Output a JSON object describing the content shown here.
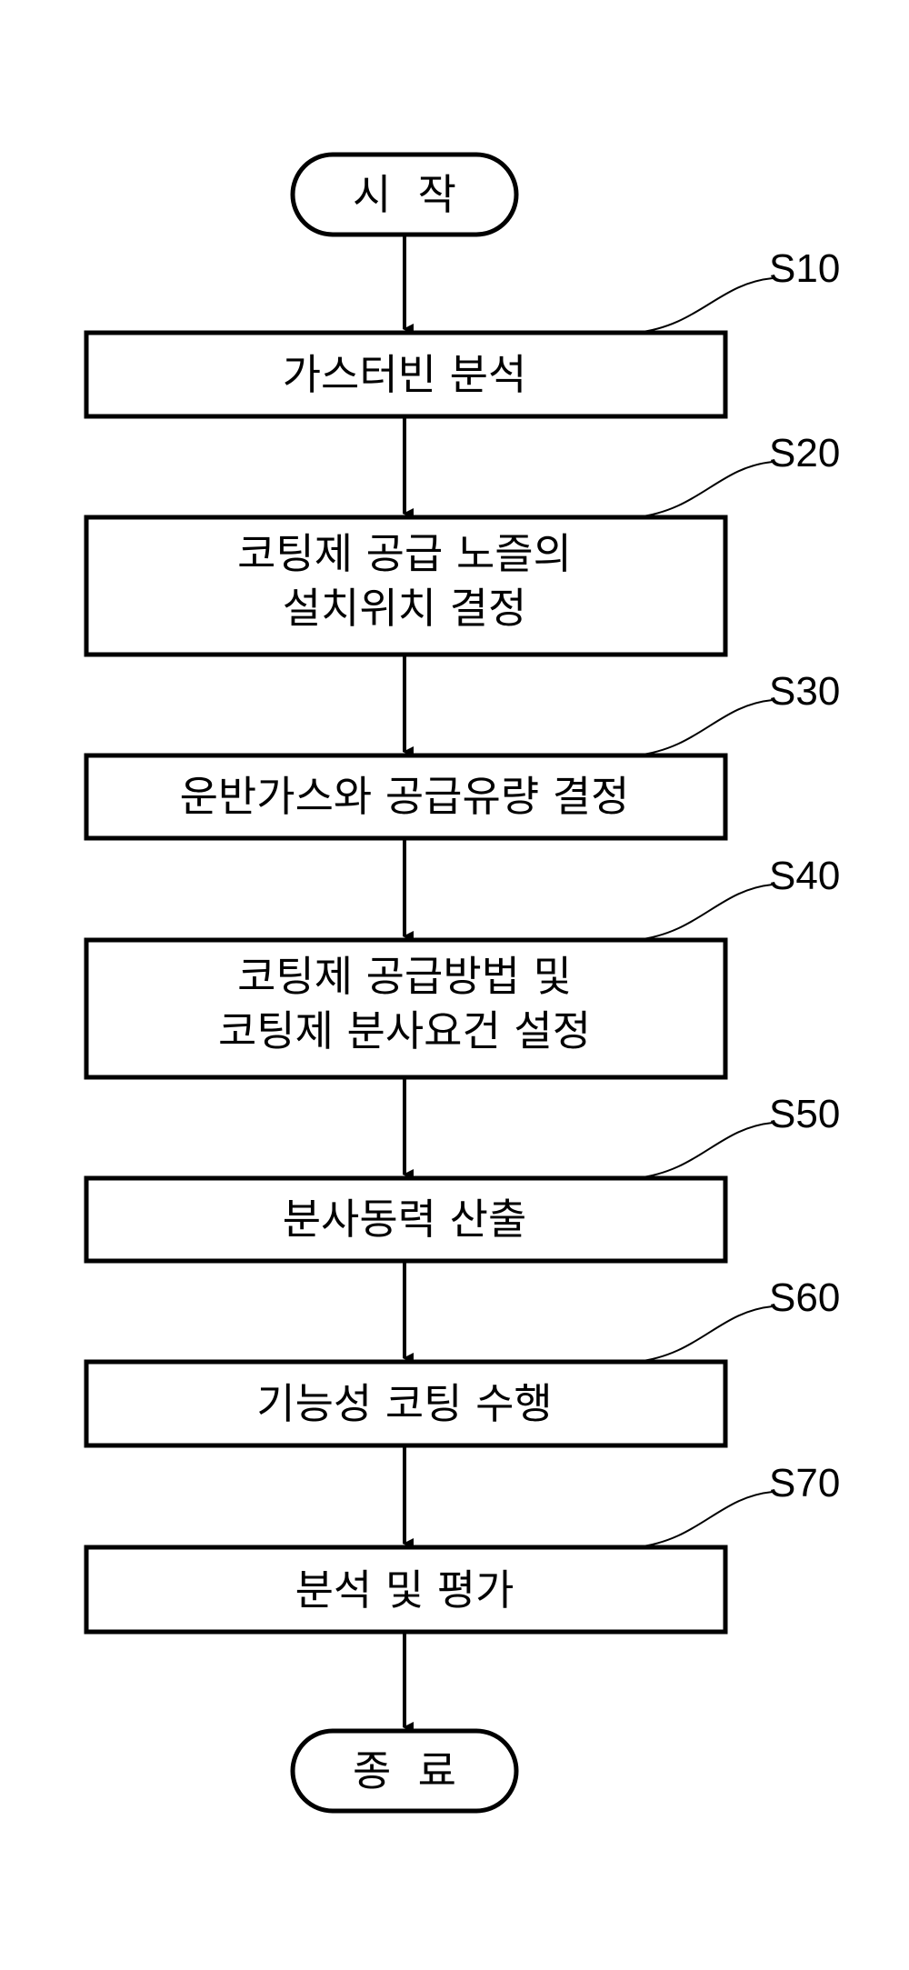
{
  "flowchart": {
    "start": {
      "label": "시  작"
    },
    "end": {
      "label": "종  료"
    },
    "steps": [
      {
        "id": "S10",
        "lines": [
          "가스터빈 분석"
        ]
      },
      {
        "id": "S20",
        "lines": [
          "코팅제 공급 노즐의",
          "설치위치 결정"
        ]
      },
      {
        "id": "S30",
        "lines": [
          "운반가스와 공급유량 결정"
        ]
      },
      {
        "id": "S40",
        "lines": [
          "코팅제 공급방법 및",
          "코팅제 분사요건 설정"
        ]
      },
      {
        "id": "S50",
        "lines": [
          "분사동력 산출"
        ]
      },
      {
        "id": "S60",
        "lines": [
          "기능성 코팅 수행"
        ]
      },
      {
        "id": "S70",
        "lines": [
          "분석 및 평가"
        ]
      }
    ]
  }
}
